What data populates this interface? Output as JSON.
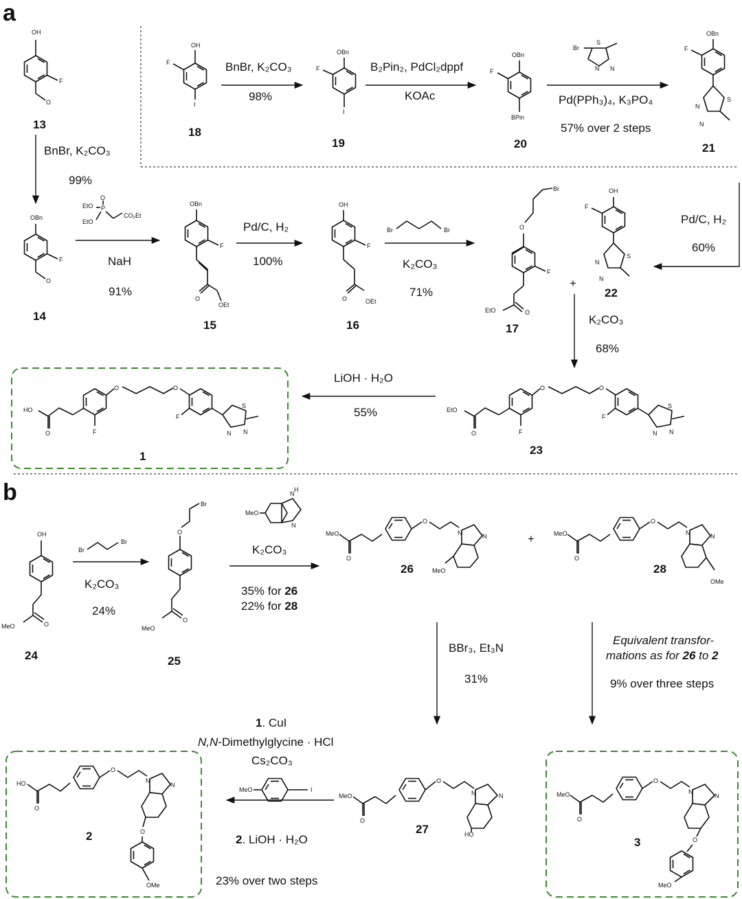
{
  "panels": {
    "a": "a",
    "b": "b"
  },
  "compounds": {
    "c13": "13",
    "c14": "14",
    "c15": "15",
    "c16": "16",
    "c17": "17",
    "c18": "18",
    "c19": "19",
    "c20": "20",
    "c21": "21",
    "c22": "22",
    "c23": "23",
    "c1": "1",
    "c24": "24",
    "c25": "25",
    "c26": "26",
    "c28": "28",
    "c27": "27",
    "c2": "2",
    "c3": "3"
  },
  "atoms": {
    "OH": "OH",
    "OBn": "OBn",
    "F": "F",
    "I": "I",
    "O": "O",
    "Br": "Br",
    "S": "S",
    "N": "N",
    "BPin": "BPin",
    "EtO": "EtO",
    "OEt": "OEt",
    "HO": "HO",
    "MeO": "MeO",
    "OMe": "OMe",
    "P": "P",
    "CO2Et": "CO₂Et",
    "H": "H",
    "plus": "+"
  },
  "conditions": {
    "r18_19_top": "BnBr, K₂CO₃",
    "r18_19_bot": "98%",
    "r19_20_top": "B₂Pin₂, PdCl₂dppf",
    "r19_20_bot": "KOAc",
    "r20_21_top": "Pd(PPh₃)₄, K₃PO₄",
    "r20_21_bot": "57% over 2 steps",
    "r13_14_top": "BnBr, K₂CO₃",
    "r13_14_bot": "99%",
    "r14_15_mid": "NaH",
    "r14_15_bot": "91%",
    "r15_16_top": "Pd/C, H₂",
    "r15_16_bot": "100%",
    "r16_17_mid": "K₂CO₃",
    "r16_17_bot": "71%",
    "r21_22_top": "Pd/C, H₂",
    "r21_22_bot": "60%",
    "r17_23_top": "K₂CO₃",
    "r17_23_bot": "68%",
    "r23_1_top": "LiOH · H₂O",
    "r23_1_bot": "55%",
    "r24_25_mid": "K₂CO₃",
    "r24_25_bot": "24%",
    "r25_26_mid": "K₂CO₃",
    "r25_26_y1": "35% for ",
    "r25_26_y2": "22% for ",
    "r26_27_top": "BBr₃, Et₃N",
    "r26_27_bot": "31%",
    "r28_3_l1": "Equivalent transfor-",
    "r28_3_l2": "mations as for ",
    "r28_3_l2b": " to ",
    "r28_3_bot": "9% over three steps",
    "r27_2_s1num": "1",
    "r27_2_s1": ". CuI",
    "r27_2_l2a": "N,N",
    "r27_2_l2b": "-Dimethylglycine · HCl",
    "r27_2_l3": "Cs₂CO₃",
    "r27_2_s2num": "2",
    "r27_2_s2": ". LiOH · H₂O",
    "r27_2_bot": "23% over two steps"
  },
  "colors": {
    "highlight_box": "#3a8a2e",
    "ink": "#111111"
  }
}
